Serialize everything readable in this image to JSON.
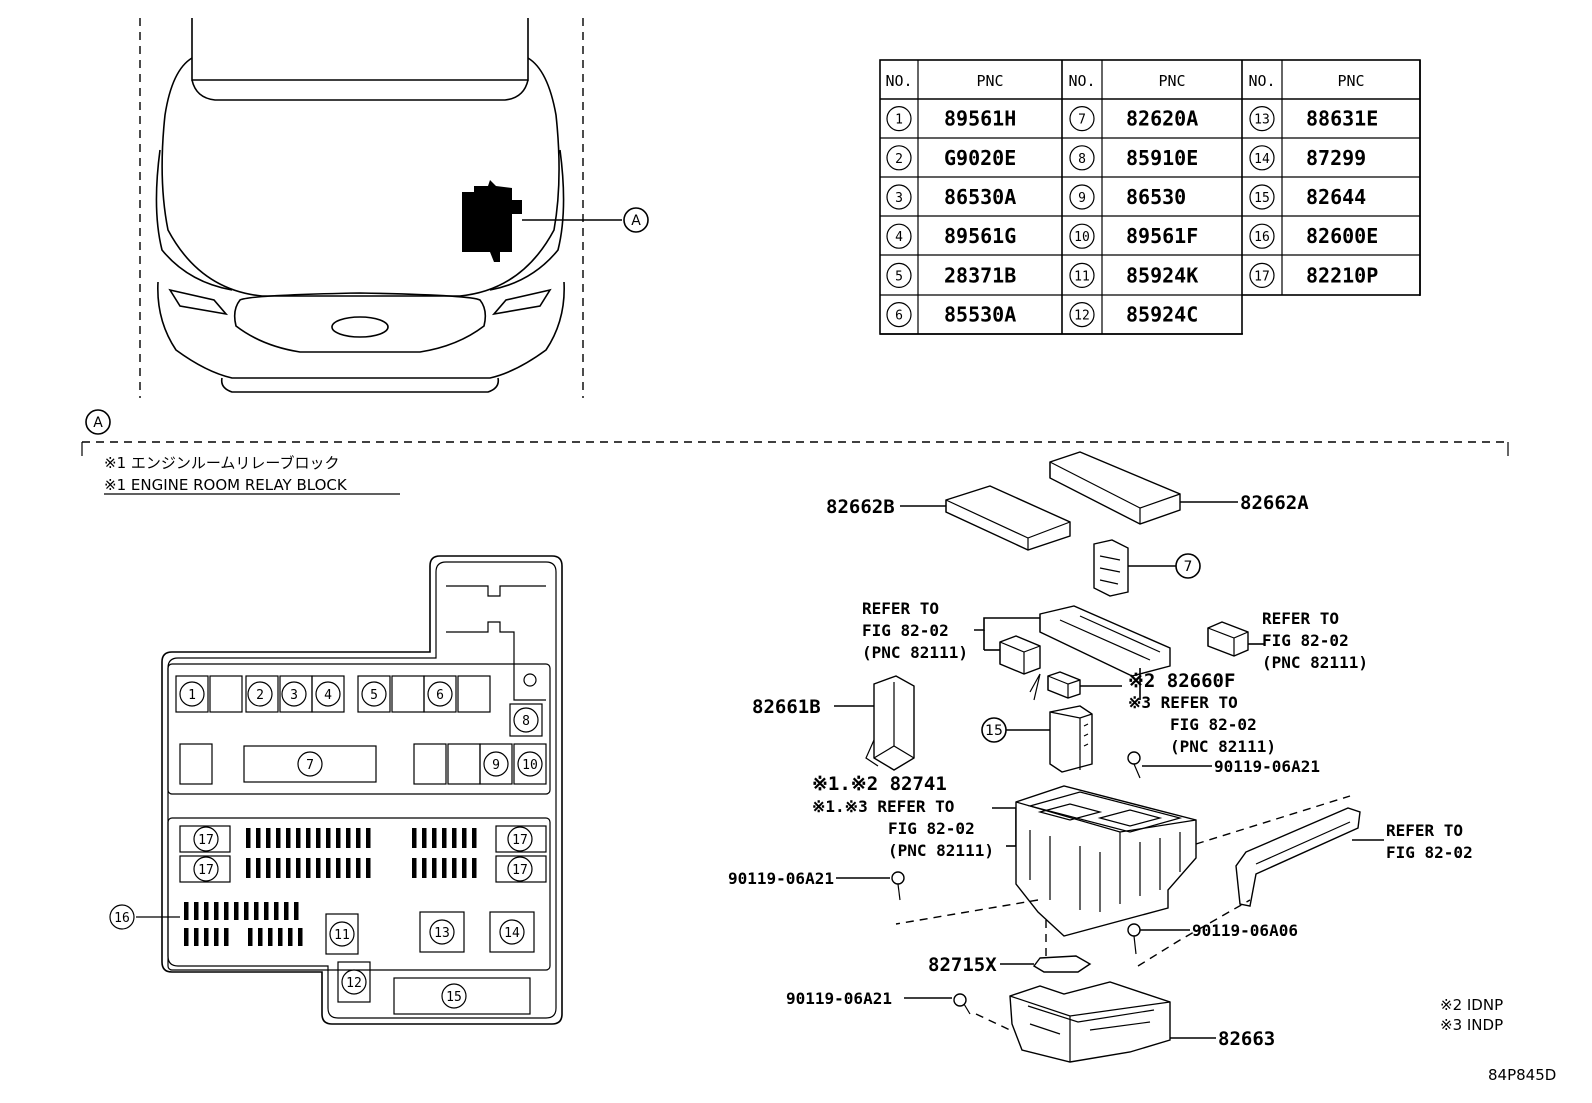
{
  "table": {
    "headers": {
      "no": "NO.",
      "pnc": "PNC"
    },
    "rows": [
      {
        "no": "1",
        "pnc": "89561H"
      },
      {
        "no": "2",
        "pnc": "G9020E"
      },
      {
        "no": "3",
        "pnc": "86530A"
      },
      {
        "no": "4",
        "pnc": "89561G"
      },
      {
        "no": "5",
        "pnc": "28371B"
      },
      {
        "no": "6",
        "pnc": "85530A"
      },
      {
        "no": "7",
        "pnc": "82620A"
      },
      {
        "no": "8",
        "pnc": "85910E"
      },
      {
        "no": "9",
        "pnc": "86530"
      },
      {
        "no": "10",
        "pnc": "89561F"
      },
      {
        "no": "11",
        "pnc": "85924K"
      },
      {
        "no": "12",
        "pnc": "85924C"
      },
      {
        "no": "13",
        "pnc": "88631E"
      },
      {
        "no": "14",
        "pnc": "87299"
      },
      {
        "no": "15",
        "pnc": "82644"
      },
      {
        "no": "16",
        "pnc": "82600E"
      },
      {
        "no": "17",
        "pnc": "82210P"
      }
    ]
  },
  "view_marker": "A",
  "notes": {
    "jp": "※1 エンジンルームリレーブロック",
    "en": "※1 ENGINE ROOM RELAY BLOCK",
    "idnp": "※2 IDNP",
    "indp": "※3 INDP"
  },
  "fuse_box_positions": [
    "1",
    "2",
    "3",
    "4",
    "5",
    "6",
    "7",
    "8",
    "9",
    "10",
    "11",
    "12",
    "13",
    "14",
    "15",
    "16",
    "17",
    "17",
    "17",
    "17"
  ],
  "parts": {
    "p82662B": "82662B",
    "p82662A": "82662A",
    "p7": "7",
    "refer1": [
      "REFER TO",
      "FIG 82-02",
      "(PNC 82111)"
    ],
    "refer2": [
      "REFER TO",
      "FIG 82-02",
      "(PNC 82111)"
    ],
    "p82660F": "※2 82660F",
    "refer3": [
      "※3 REFER TO",
      "FIG 82-02",
      "(PNC 82111)"
    ],
    "p82661B": "82661B",
    "p15": "15",
    "bolt1": "90119-06A21",
    "p82741": "※1.※2 82741",
    "refer4": [
      "※1.※3 REFER TO",
      "FIG 82-02",
      "(PNC 82111)"
    ],
    "refer5": [
      "REFER TO",
      "FIG 82-02"
    ],
    "bolt2": "90119-06A21",
    "bolt3": "90119-06A06",
    "p82715X": "82715X",
    "bolt4": "90119-06A21",
    "p82663": "82663"
  },
  "figure_id": "84P845D"
}
